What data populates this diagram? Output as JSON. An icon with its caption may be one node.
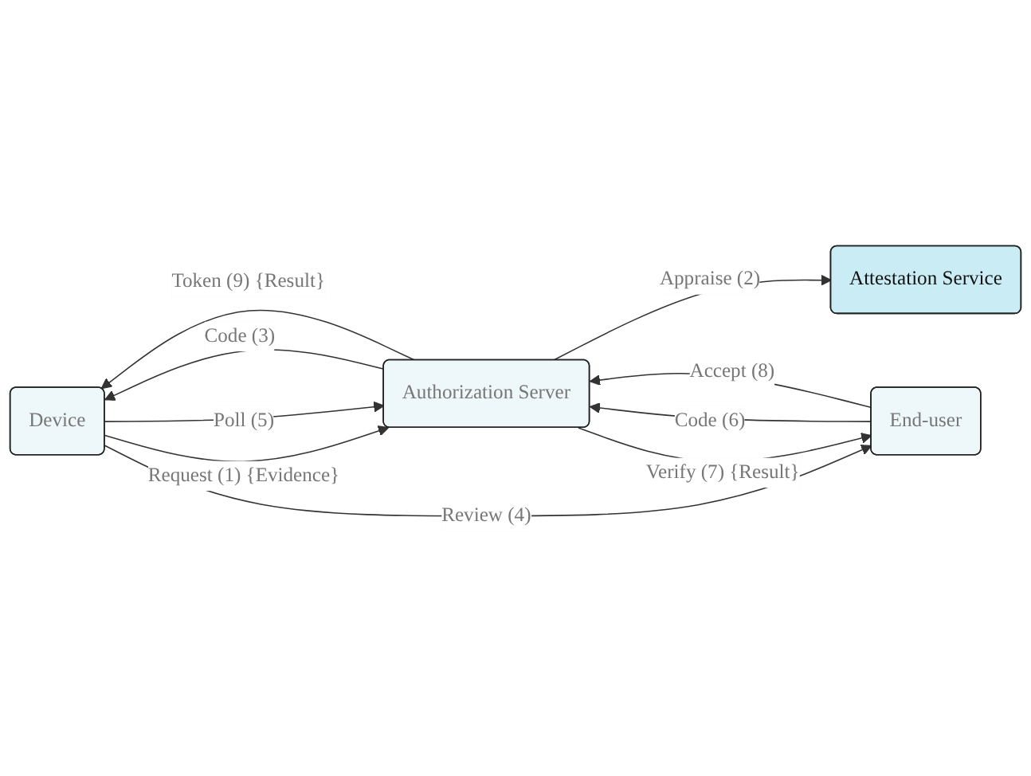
{
  "diagram": {
    "nodes": [
      {
        "text": [
          "Device"
        ]
      },
      {
        "text": [
          "End-user"
        ]
      },
      {
        "text": [
          "Authorization Server"
        ]
      },
      {
        "text": [
          "Attestation Service"
        ]
      }
    ],
    "edges": [
      {
        "from": 0,
        "to": 2,
        "arrow": "to",
        "label": "Request (1) {Evidence}"
      },
      {
        "from": 2,
        "to": 0,
        "arrow": "to",
        "label": "Code (3)"
      },
      {
        "from": 2,
        "to": 3,
        "arrow": "to",
        "label": "Appraise (2)"
      },
      {
        "from": 0,
        "to": 2,
        "arrow": "to",
        "label": "Poll (5)"
      },
      {
        "from": 2,
        "to": 0,
        "arrow": "to",
        "label": "Token (9) {Result}"
      },
      {
        "from": 0,
        "to": 1,
        "arrow": "to",
        "label": "Review (4)"
      },
      {
        "from": 1,
        "to": 2,
        "arrow": "to",
        "label": "Code (6)"
      },
      {
        "from": 2,
        "to": 1,
        "arrow": "to",
        "label": "Verify (7) {Result}"
      },
      {
        "from": 1,
        "to": 2,
        "arrow": "to",
        "label": "Accept (8)"
      }
    ]
  }
}
